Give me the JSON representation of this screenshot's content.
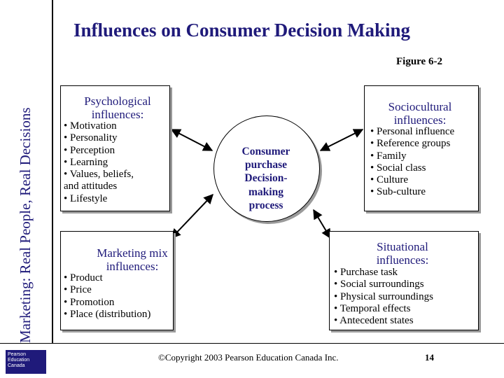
{
  "slide": {
    "side_title": "Marketing: Real People, Real Decisions",
    "title_part1": "Influences on",
    "title_part2": "Consumer Decision Making",
    "figure_label": "Figure 6-2",
    "copyright": "©Copyright 2003 Pearson Education Canada Inc.",
    "page_number": "14",
    "logo_lines": [
      "Pearson",
      "Education",
      "Canada"
    ]
  },
  "colors": {
    "heading": "#1f1a7a",
    "shadow": "#9a9a9a",
    "text": "#000000"
  },
  "center": {
    "lines": [
      "Consumer",
      "purchase",
      "Decision-",
      "making",
      "process"
    ]
  },
  "boxes": {
    "psychological": {
      "head_l1": "Psychological",
      "head_l2": "influences:",
      "items": [
        "• Motivation",
        "• Personality",
        "• Perception",
        "• Learning",
        "• Values, beliefs,",
        "and attitudes",
        "• Lifestyle"
      ]
    },
    "sociocultural": {
      "head_l1": "Sociocultural",
      "head_l2": "influences:",
      "items": [
        "• Personal influence",
        "• Reference groups",
        "• Family",
        "• Social class",
        "• Culture",
        "• Sub-culture"
      ]
    },
    "marketing_mix": {
      "head_l1": "Marketing mix",
      "head_l2": "influences:",
      "items": [
        "• Product",
        "• Price",
        "• Promotion",
        "• Place (distribution)"
      ]
    },
    "situational": {
      "head_l1": "Situational",
      "head_l2": "influences:",
      "items": [
        "• Purchase task",
        "• Social surroundings",
        "• Physical surroundings",
        "• Temporal effects",
        "• Antecedent states"
      ]
    }
  }
}
